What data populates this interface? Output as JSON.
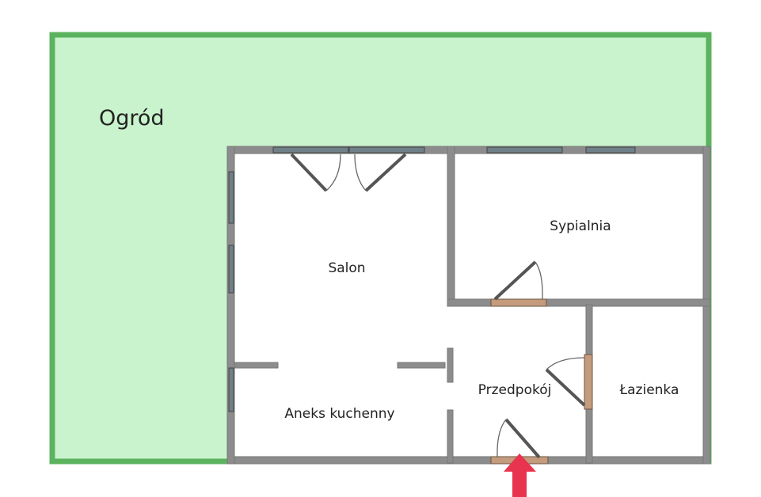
{
  "title": "Floor plan",
  "rooms": {
    "garden": "Ogród",
    "living_room": "Salon",
    "bedroom": "Sypialnia",
    "hall": "Przedpokój",
    "bathroom": "Łazienka",
    "kitchenette": "Aneks kuchenny"
  },
  "colors": {
    "garden_fill": "#c9f3cd",
    "garden_border": "#5cb35f",
    "wall": "#8c8c8c",
    "door": "#c49b7c",
    "entrance_arrow": "#e8344e"
  }
}
